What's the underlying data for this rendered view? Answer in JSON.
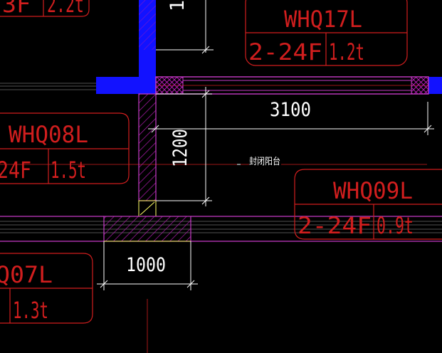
{
  "drawing": {
    "background": "#000000",
    "colors": {
      "tag": "#d11e1e",
      "wall": "#c63bc6",
      "wall_fill": "#1212ff",
      "dimension": "#ffffff",
      "hatch": "#b01cb0",
      "guide": "#8a8a8a",
      "annotation": "#ffffff",
      "yellow": "#ffff66"
    },
    "room_label": "封闭阳台",
    "dimensions": {
      "width_top": "3100",
      "height_left": "1200",
      "width_bottom": "1000",
      "top_partial": "1"
    },
    "tags": [
      {
        "id": "top-left",
        "name": "",
        "floors": "3F",
        "load": "2.2t"
      },
      {
        "id": "whq17l",
        "name": "WHQ17L",
        "floors": "2-24F",
        "load": "1.2t"
      },
      {
        "id": "whq08l",
        "name": "WHQ08L",
        "floors": "24F",
        "load": "1.5t"
      },
      {
        "id": "whq09l",
        "name": "WHQ09L",
        "floors": "2-24F",
        "load": "0.9t"
      },
      {
        "id": "whq07l",
        "name": "Q07L",
        "floors": "",
        "load": "1.3t"
      }
    ]
  }
}
